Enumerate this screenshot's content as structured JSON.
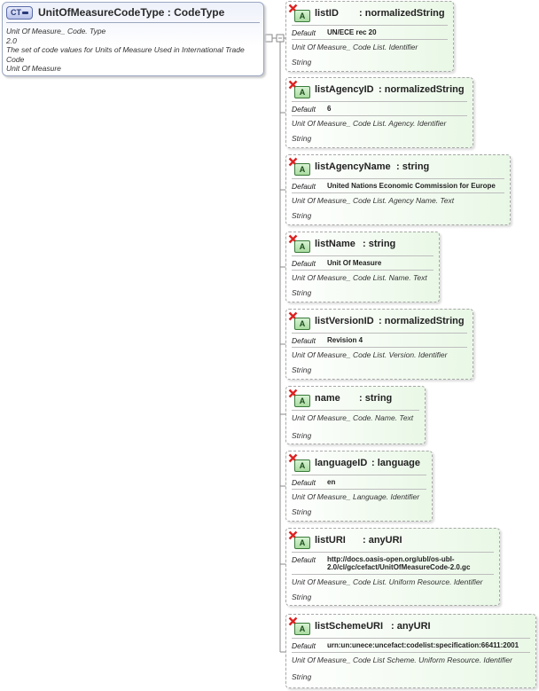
{
  "complex_type": {
    "badge": "CT",
    "title": "UnitOfMeasureCodeType : CodeType",
    "lines": [
      "Unit Of Measure_ Code. Type",
      "2.0",
      "The set of code values for Units of Measure Used in International Trade",
      "Code",
      "Unit Of Measure"
    ]
  },
  "attributes": [
    {
      "name": "listID",
      "type": ": normalizedString",
      "default_label": "Default",
      "default": "UN/ECE rec 20",
      "description": "Unit Of Measure_ Code List. Identifier",
      "datatype": "String"
    },
    {
      "name": "listAgencyID",
      "type": ": normalizedString",
      "default_label": "Default",
      "default": "6",
      "description": "Unit Of Measure_ Code List. Agency. Identifier",
      "datatype": "String"
    },
    {
      "name": "listAgencyName",
      "type": ": string",
      "default_label": "Default",
      "default": "United Nations Economic Commission for Europe",
      "description": "Unit Of Measure_ Code List. Agency Name. Text",
      "datatype": "String"
    },
    {
      "name": "listName",
      "type": ": string",
      "default_label": "Default",
      "default": "Unit Of Measure",
      "description": "Unit Of Measure_ Code List. Name. Text",
      "datatype": "String"
    },
    {
      "name": "listVersionID",
      "type": ": normalizedString",
      "default_label": "Default",
      "default": "Revision 4",
      "description": "Unit Of Measure_ Code List. Version. Identifier",
      "datatype": "String"
    },
    {
      "name": "name",
      "type": ": string",
      "default_label": "",
      "default": "",
      "description": "Unit Of Measure_ Code. Name. Text",
      "datatype": "String"
    },
    {
      "name": "languageID",
      "type": ": language",
      "default_label": "Default",
      "default": "en",
      "description": "Unit Of Measure_ Language. Identifier",
      "datatype": "String"
    },
    {
      "name": "listURI",
      "type": ": anyURI",
      "default_label": "Default",
      "default": "http://docs.oasis-open.org/ubl/os-ubl-2.0/cl/gc/cefact/UnitOfMeasureCode-2.0.gc",
      "description": "Unit Of Measure_ Code List. Uniform Resource. Identifier",
      "datatype": "String"
    },
    {
      "name": "listSchemeURI",
      "type": ": anyURI",
      "default_label": "Default",
      "default": "urn:un:unece:uncefact:codelist:specification:66411:2001",
      "description": "Unit Of Measure_ Code List Scheme. Uniform Resource. Identifier",
      "datatype": "String"
    }
  ],
  "icons": {
    "attribute": "A",
    "prohibited": "x-mark-icon"
  }
}
